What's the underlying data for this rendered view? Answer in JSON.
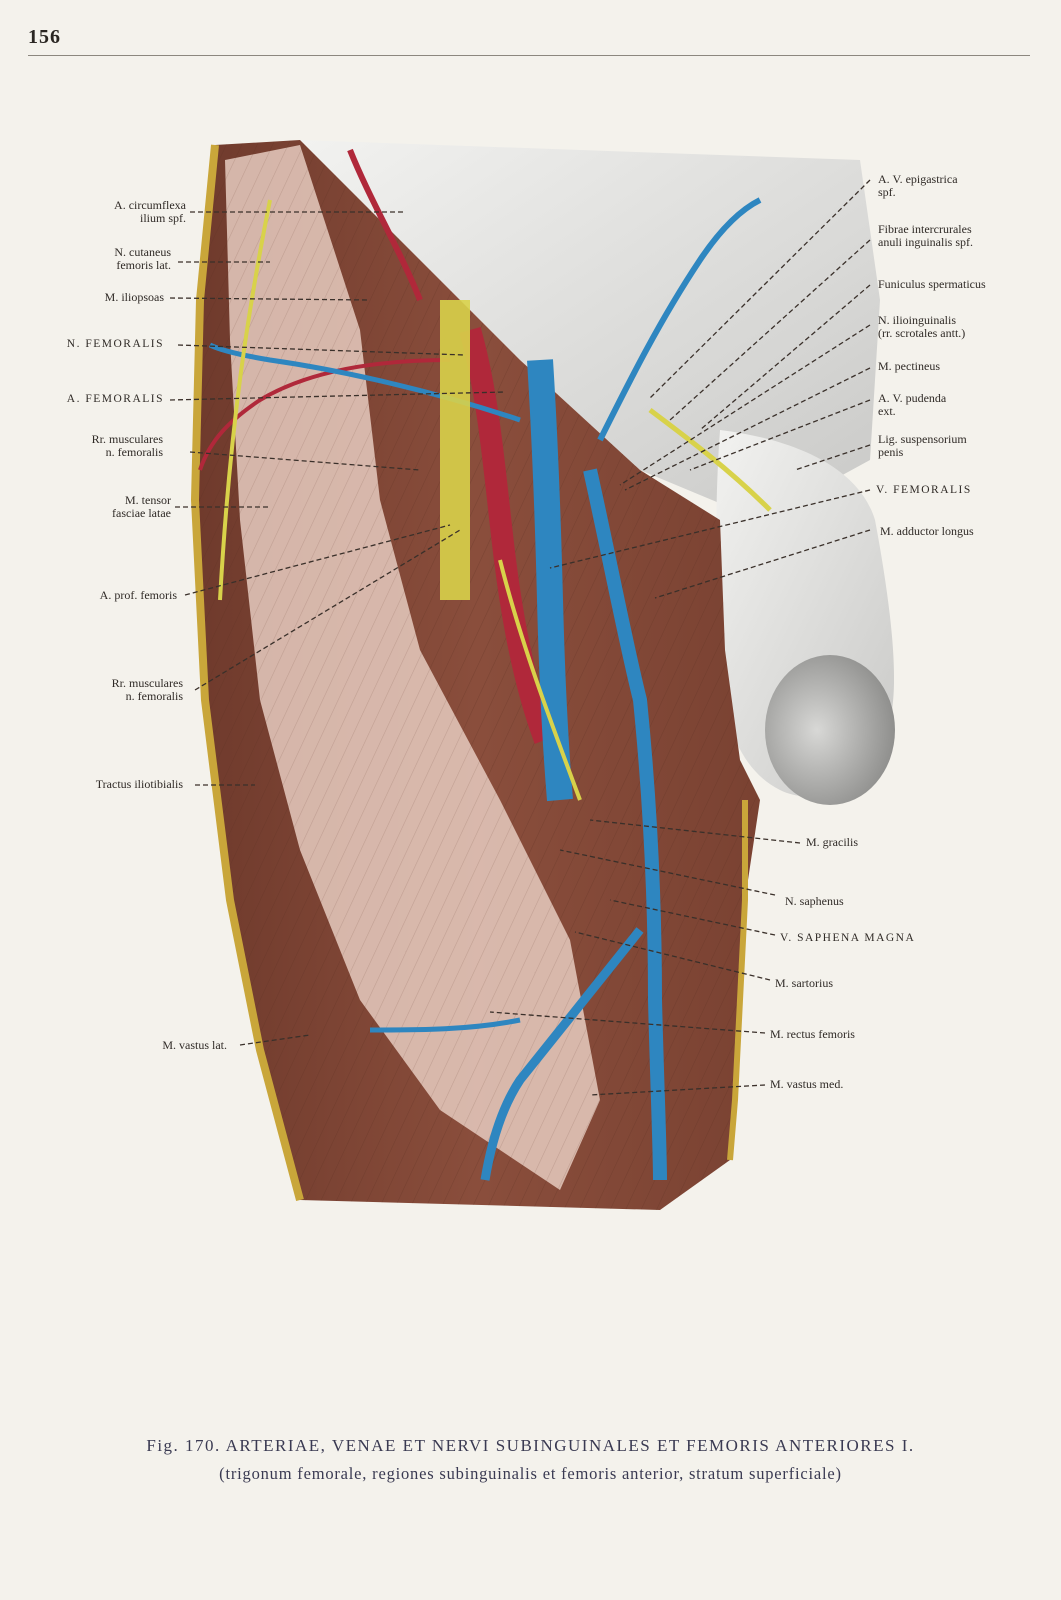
{
  "page": {
    "number": "156"
  },
  "caption": {
    "line1": "Fig. 170. ARTERIAE, VENAE ET NERVI SUBINGUINALES ET FEMORIS ANTERIORES I.",
    "line2": "(trigonum femorale, regiones subinguinalis et femoris anterior, stratum superficiale)"
  },
  "labels_left": [
    {
      "id": "a-circumflexa",
      "lines": [
        "A. circumflexa",
        "ilium spf."
      ]
    },
    {
      "id": "n-cutaneus",
      "lines": [
        "N. cutaneus",
        "femoris lat."
      ]
    },
    {
      "id": "m-iliopsoas",
      "lines": [
        "M. iliopsoas"
      ]
    },
    {
      "id": "n-femoralis",
      "lines": [
        "N. FEMORALIS"
      ]
    },
    {
      "id": "a-femoralis",
      "lines": [
        "A. FEMORALIS"
      ]
    },
    {
      "id": "rr-musculares-1",
      "lines": [
        "Rr. musculares",
        "n. femoralis"
      ]
    },
    {
      "id": "m-tensor",
      "lines": [
        "M. tensor",
        "fasciae latae"
      ]
    },
    {
      "id": "a-prof-femoris",
      "lines": [
        "A. prof. femoris"
      ]
    },
    {
      "id": "rr-musculares-2",
      "lines": [
        "Rr. musculares",
        "n. femoralis"
      ]
    },
    {
      "id": "tractus",
      "lines": [
        "Tractus iliotibialis"
      ]
    },
    {
      "id": "m-vastus-lat",
      "lines": [
        "M. vastus lat."
      ]
    }
  ],
  "labels_right": [
    {
      "id": "a-v-epigastrica",
      "lines": [
        "A. V. epigastrica",
        "spf."
      ]
    },
    {
      "id": "fibrae",
      "lines": [
        "Fibrae intercrurales",
        "anuli inguinalis spf."
      ]
    },
    {
      "id": "funiculus",
      "lines": [
        "Funiculus spermaticus"
      ]
    },
    {
      "id": "n-ilioinguinalis",
      "lines": [
        "N. ilioinguinalis",
        "(rr. scrotales antt.)"
      ]
    },
    {
      "id": "m-pectineus",
      "lines": [
        "M. pectineus"
      ]
    },
    {
      "id": "a-v-pudenda",
      "lines": [
        "A. V. pudenda",
        "ext."
      ]
    },
    {
      "id": "lig-suspensorium",
      "lines": [
        "Lig. suspensorium",
        "penis"
      ]
    },
    {
      "id": "v-femoralis",
      "lines": [
        "V. FEMORALIS"
      ]
    },
    {
      "id": "m-adductor",
      "lines": [
        "M. adductor longus"
      ]
    },
    {
      "id": "m-gracilis",
      "lines": [
        "M. gracilis"
      ]
    },
    {
      "id": "n-saphenus",
      "lines": [
        "N. saphenus"
      ]
    },
    {
      "id": "v-saphena",
      "lines": [
        "V. SAPHENA MAGNA"
      ]
    },
    {
      "id": "m-sartorius",
      "lines": [
        "M. sartorius"
      ]
    },
    {
      "id": "m-rectus",
      "lines": [
        "M. rectus femoris"
      ]
    },
    {
      "id": "m-vastus-med",
      "lines": [
        "M. vastus med."
      ]
    }
  ],
  "colors": {
    "muscle": "#8a4e3c",
    "muscle_dark": "#6f3a2c",
    "fascia": "#e8cfc4",
    "skin": "#e6e6e4",
    "artery": "#b0283a",
    "vein": "#2e86c0",
    "nerve": "#d8d24a",
    "fat_edge": "#c9a63a"
  }
}
